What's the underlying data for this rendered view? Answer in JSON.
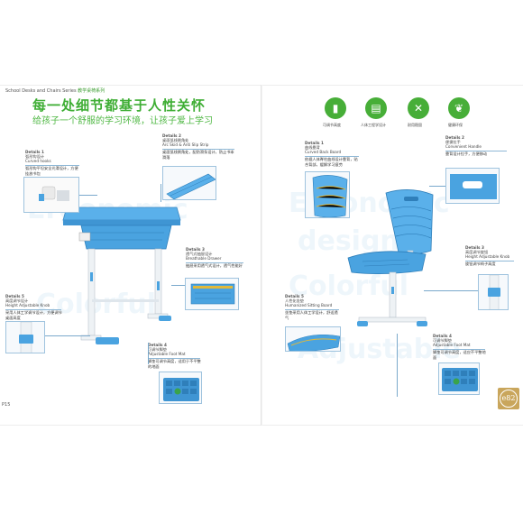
{
  "header": {
    "series_en": "School Desks and Chairs Series",
    "series_cn": "教学桌椅系列",
    "headline": "每一处细节都基于人性关怀",
    "subline": "给孩子一个舒服的学习环境，让孩子爱上学习"
  },
  "watermarks": [
    "Ergonomic",
    "design",
    "Colorful",
    "Adjustable"
  ],
  "icons": [
    {
      "icon": "ruler-icon",
      "label": "可调节高度"
    },
    {
      "icon": "book-icon",
      "label": "人体工程学设计"
    },
    {
      "icon": "tools-icon",
      "label": "耐用稳固"
    },
    {
      "icon": "leaf-icon",
      "label": "健康环保"
    }
  ],
  "desk_callouts": [
    {
      "id": "details1",
      "title": "Details 1",
      "cn": "弧形钩设计",
      "en": "Curved hooks",
      "desc": "弧形钩平坦安全光滑设计，方便挂放书包"
    },
    {
      "id": "details2",
      "title": "Details 2",
      "cn": "桌面弧线倒角处",
      "en": "Arc Skid & Anti Slip Strip",
      "desc": "桌面弧线倒角处，配防滑条设计，防止书本滑落"
    },
    {
      "id": "details3",
      "title": "Details 3",
      "cn": "透气式抽屉设计",
      "en": "Breathable Drawer",
      "desc": "抽屉采用透气式设计，透气性能好"
    },
    {
      "id": "details4",
      "title": "Details 4",
      "cn": "可调节脚垫",
      "en": "Adjustable Foot Mat",
      "desc": "脚垫可调节高度，适用于不平整的地面"
    },
    {
      "id": "details5",
      "title": "Details 5",
      "cn": "高度调节设计",
      "en": "Height Adjustable Knob",
      "desc": "采用人体工学调节设计，方便调节桌面高度"
    }
  ],
  "chair_callouts": [
    {
      "id": "c1",
      "title": "Details 1",
      "cn": "曲线靠背",
      "en": "Curved Back Board",
      "desc": "依据人体脊柱曲线设计靠背，贴合背部，缓解学习疲劳"
    },
    {
      "id": "c2",
      "title": "Details 2",
      "cn": "便捷拉手",
      "en": "Convenient Handle",
      "desc": "靠背设计拉手，方便移动"
    },
    {
      "id": "c3",
      "title": "Details 3",
      "cn": "高度调节旋钮",
      "en": "Height Adjustable Knob",
      "desc": "旋钮调节椅子高度"
    },
    {
      "id": "c4",
      "title": "Details 4",
      "cn": "可调节脚垫",
      "en": "Adjustable Foot Mat",
      "desc": "脚垫可调节高度，适应不平整地面"
    },
    {
      "id": "c5",
      "title": "Details 5",
      "cn": "人性化坐垫",
      "en": "Humanized Sitting Board",
      "desc": "坐垫采用人体工学设计，舒适透气"
    }
  ],
  "footer": {
    "page_number": "P15",
    "badge": "e82"
  },
  "colors": {
    "brand_green": "#47ae38",
    "furniture_blue": "#4aa3e0",
    "frame_white": "#f4f6f8",
    "badge_gold": "#c9a65c"
  }
}
